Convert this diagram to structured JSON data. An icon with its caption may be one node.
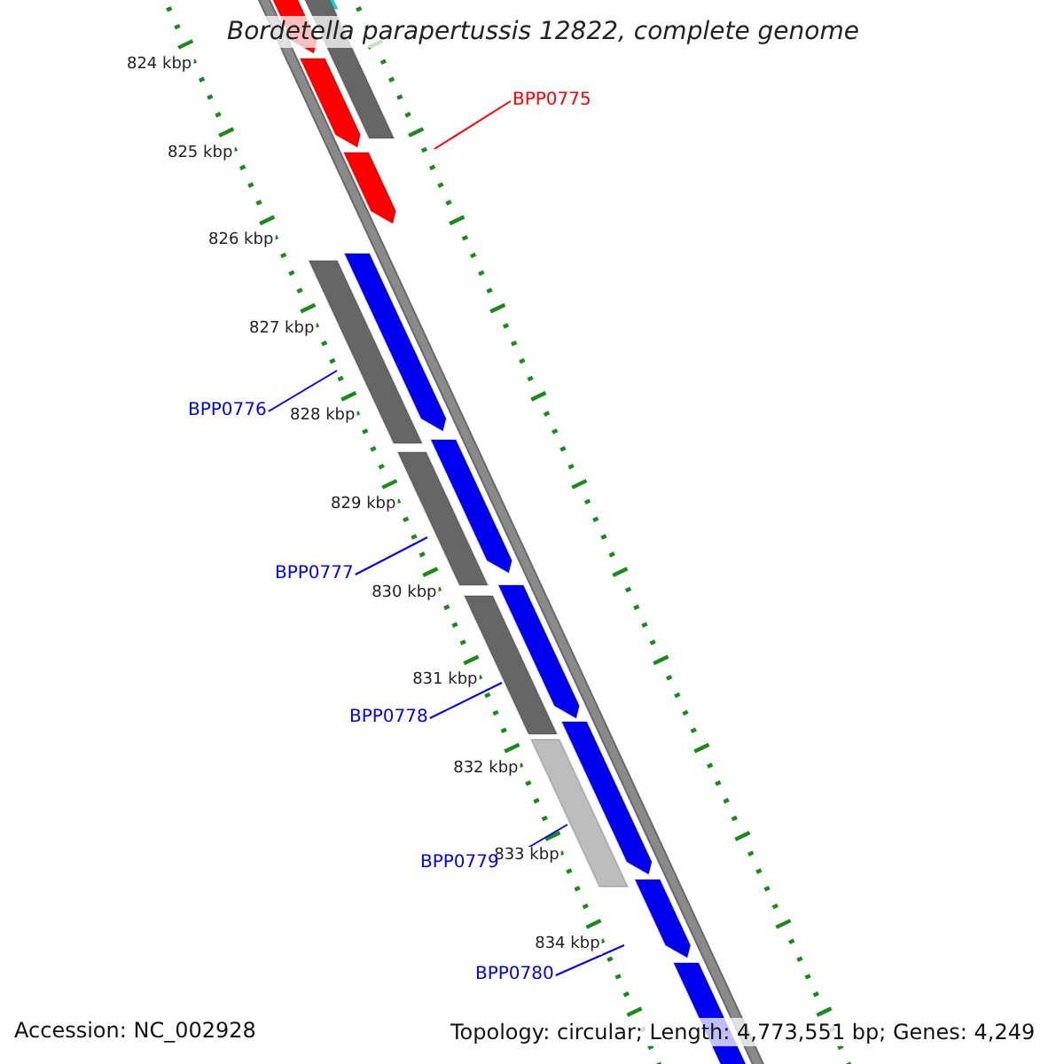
{
  "diagram": {
    "title": "Bordetella parapertussis 12822, complete genome",
    "nodes": [
      {
        "text": [
          "BPP0775"
        ]
      },
      {
        "text": [
          "BPP0776"
        ]
      },
      {
        "text": [
          "BPP0777"
        ]
      },
      {
        "text": [
          "BPP0778"
        ]
      },
      {
        "text": [
          "BPP0779"
        ]
      },
      {
        "text": [
          "BPP0780"
        ]
      }
    ],
    "edges": [
      {
        "from": 0,
        "to": null,
        "arrow": "none",
        "color": "#ff0000"
      },
      {
        "from": 1,
        "to": null,
        "arrow": "none"
      },
      {
        "from": 2,
        "to": null,
        "arrow": "none"
      },
      {
        "from": 3,
        "to": null,
        "arrow": "none"
      },
      {
        "from": 4,
        "to": null,
        "arrow": "none"
      },
      {
        "from": 5,
        "to": null,
        "arrow": "none"
      }
    ],
    "labels": [
      "824 kbp",
      "825 kbp",
      "826 kbp",
      "827 kbp",
      "828 kbp",
      "829 kbp",
      "830 kbp",
      "831 kbp",
      "832 kbp",
      "833 kbp",
      "834 kbp",
      "Accession: NC_002928",
      "Topology: circular; Length: 4,773,551 bp; Genes: 4,249"
    ]
  }
}
